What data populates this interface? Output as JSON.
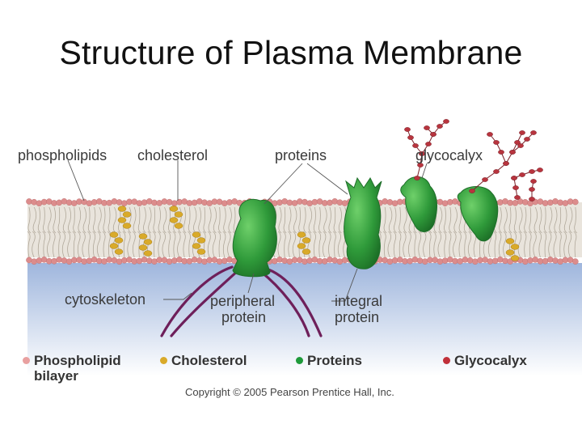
{
  "title": "Structure of Plasma Membrane",
  "labels": {
    "phospholipids": "phospholipids",
    "cholesterol": "cholesterol",
    "proteins": "proteins",
    "glycocalyx": "glycocalyx",
    "cytoskeleton": "cytoskeleton",
    "peripheral": "peripheral",
    "peripheral_2": "protein",
    "integral": "integral",
    "integral_2": "protein"
  },
  "legend": [
    {
      "line1": "Phospholipid",
      "line2": "bilayer",
      "color": "#e8a0a0"
    },
    {
      "line1": "Cholesterol",
      "line2": "",
      "color": "#d9aa2a"
    },
    {
      "line1": "Proteins",
      "line2": "",
      "color": "#1e9a3a"
    },
    {
      "line1": "Glycocalyx",
      "line2": "",
      "color": "#c0303a"
    }
  ],
  "copyright": "Copyright © 2005 Pearson Prentice Hall, Inc.",
  "colors": {
    "head": "#dc8c8c",
    "tail": "#b0a89a",
    "protein": "#2f9a3a",
    "cholesterol": "#d9aa2a",
    "glyco": "#b8343e",
    "cytoplasm": "#b9cbe6",
    "cytoskeleton": "#6e1f5a"
  }
}
